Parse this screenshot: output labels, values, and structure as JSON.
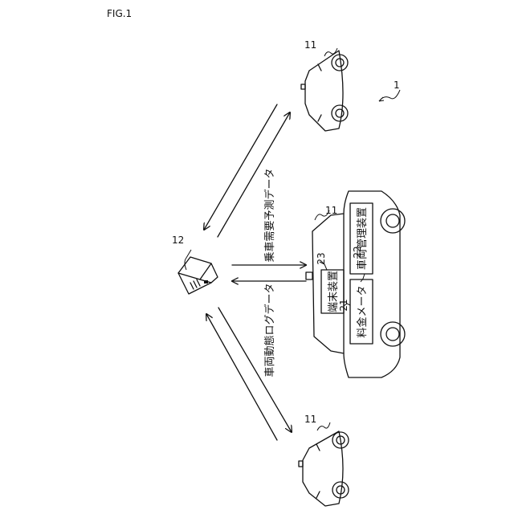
{
  "figure_label": "FIG.1",
  "system_ref": "1",
  "server": {
    "ref": "12"
  },
  "vehicles": [
    {
      "ref": "11",
      "position": "top"
    },
    {
      "ref": "11",
      "position": "middle"
    },
    {
      "ref": "11",
      "position": "bottom"
    }
  ],
  "components": {
    "fare_meter": {
      "label": "料金メータ",
      "ref": "21"
    },
    "vehicle_manager": {
      "label": "車両管理装置",
      "ref": "22"
    },
    "terminal": {
      "label": "端末装置",
      "ref": "23"
    }
  },
  "data_labels": {
    "demand_forecast": "乗車需要予測データ",
    "vehicle_log": "車両動態ログデータ"
  },
  "colors": {
    "line": "#111111",
    "background": "#ffffff",
    "wheel_hub": "#ffffff"
  }
}
